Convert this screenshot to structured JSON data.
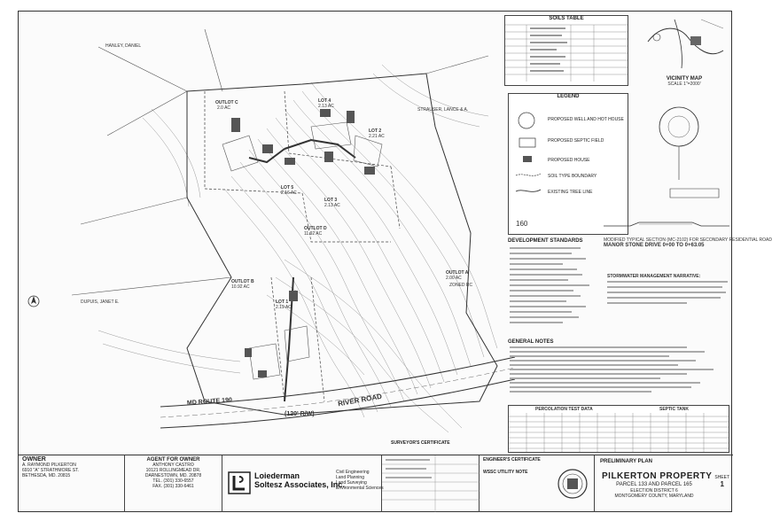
{
  "soils_table": {
    "title": "SOILS TABLE"
  },
  "vicinity_map": {
    "title": "VICINITY MAP",
    "scale": "SCALE 1\"=2000'"
  },
  "legend": {
    "title": "LEGEND",
    "items": [
      "PROPOSED WELL AND HOT HOUSE",
      "PROPOSED SEPTIC FIELD",
      "PROPOSED HOUSE",
      "SOIL TYPE BOUNDARY",
      "EXISTING TREE LINE"
    ]
  },
  "street_section": {
    "caption": "MODIFIED TYPICAL SECTION (MC-2102) FOR SECONDARY RESIDENTIAL ROAD",
    "drive": "MANOR STONE DRIVE 0+00 TO 0+63.05"
  },
  "development_standards": {
    "title": "DEVELOPMENT STANDARDS"
  },
  "stormwater": {
    "title": "STORMWATER MANAGEMENT NARRATIVE:"
  },
  "general_notes": {
    "title": "GENERAL NOTES"
  },
  "perc_table": {
    "title": "PERCOLATION TEST DATA",
    "septic_title": "SEPTIC TANK"
  },
  "plan_labels": {
    "outlot_c": "OUTLOT C",
    "outlot_c_area": "2.0 AC",
    "lot_1a": "LOT 4",
    "lot_1a_area": "2.13 AC",
    "lot_2": "LOT 2",
    "lot_2_area": "2.21 AC",
    "lot_3": "LOT 3",
    "lot_3_area": "2.13 AC",
    "lot_5": "LOT 5",
    "lot_5_area": "2.16 AC",
    "outlot_d": "OUTLOT D",
    "outlot_d_area": "11.92 AC",
    "outlot_b": "OUTLOT B",
    "outlot_b_area": "10.92 AC",
    "lot_1": "LOT 1",
    "lot_1_area": "2.19 AC",
    "outlot_a": "OUTLOT A",
    "outlot_a_area": "2.00 AC",
    "zoned": "ZONED RC",
    "route": "MD ROUTE 190",
    "row": "(120' R/W)",
    "river_road": "RIVER ROAD",
    "neighbor_1": "HANLEY, DANIEL",
    "neighbor_2": "STRAUSER, LANCE & A.",
    "neighbor_3": "DUPUIS, JANET E."
  },
  "owner": {
    "heading": "OWNER",
    "name": "A. RAYMOND PILKERTON",
    "address1": "6910 \"A\" STRATHMORE ST.",
    "address2": "BETHESDA, MD. 20815"
  },
  "agent": {
    "heading": "AGENT FOR OWNER",
    "name": "ANTHONY CASTRO",
    "address1": "10121 ROLLINGMEAD DR.",
    "address2": "DARNESTOWN, MD. 20878",
    "tel": "TEL. (301) 330-6557",
    "fax": "FAX. (301) 330-6461"
  },
  "firm": {
    "name_line1": "Loiederman",
    "name_line2": "Soltesz Associates, Inc.",
    "services": [
      "Civil Engineering",
      "Land Planning",
      "Land Surveying",
      "Environmental Sciences"
    ]
  },
  "certificates": {
    "surveyor": "SURVEYOR'S CERTIFICATE",
    "engineer": "ENGINEER'S CERTIFICATE",
    "utility": "WSSC UTILITY NOTE"
  },
  "project": {
    "stage": "PRELIMINARY PLAN",
    "name": "PILKERTON PROPERTY",
    "parcels": "PARCEL 133 AND PARCEL 165",
    "district": "ELECTION DISTRICT 6",
    "county": "MONTGOMERY COUNTY, MARYLAND",
    "sheet_label": "SHEET",
    "sheet_value": "1"
  },
  "colors": {
    "ink": "#333333",
    "paper": "#fbfbfb",
    "house": "#555555"
  }
}
